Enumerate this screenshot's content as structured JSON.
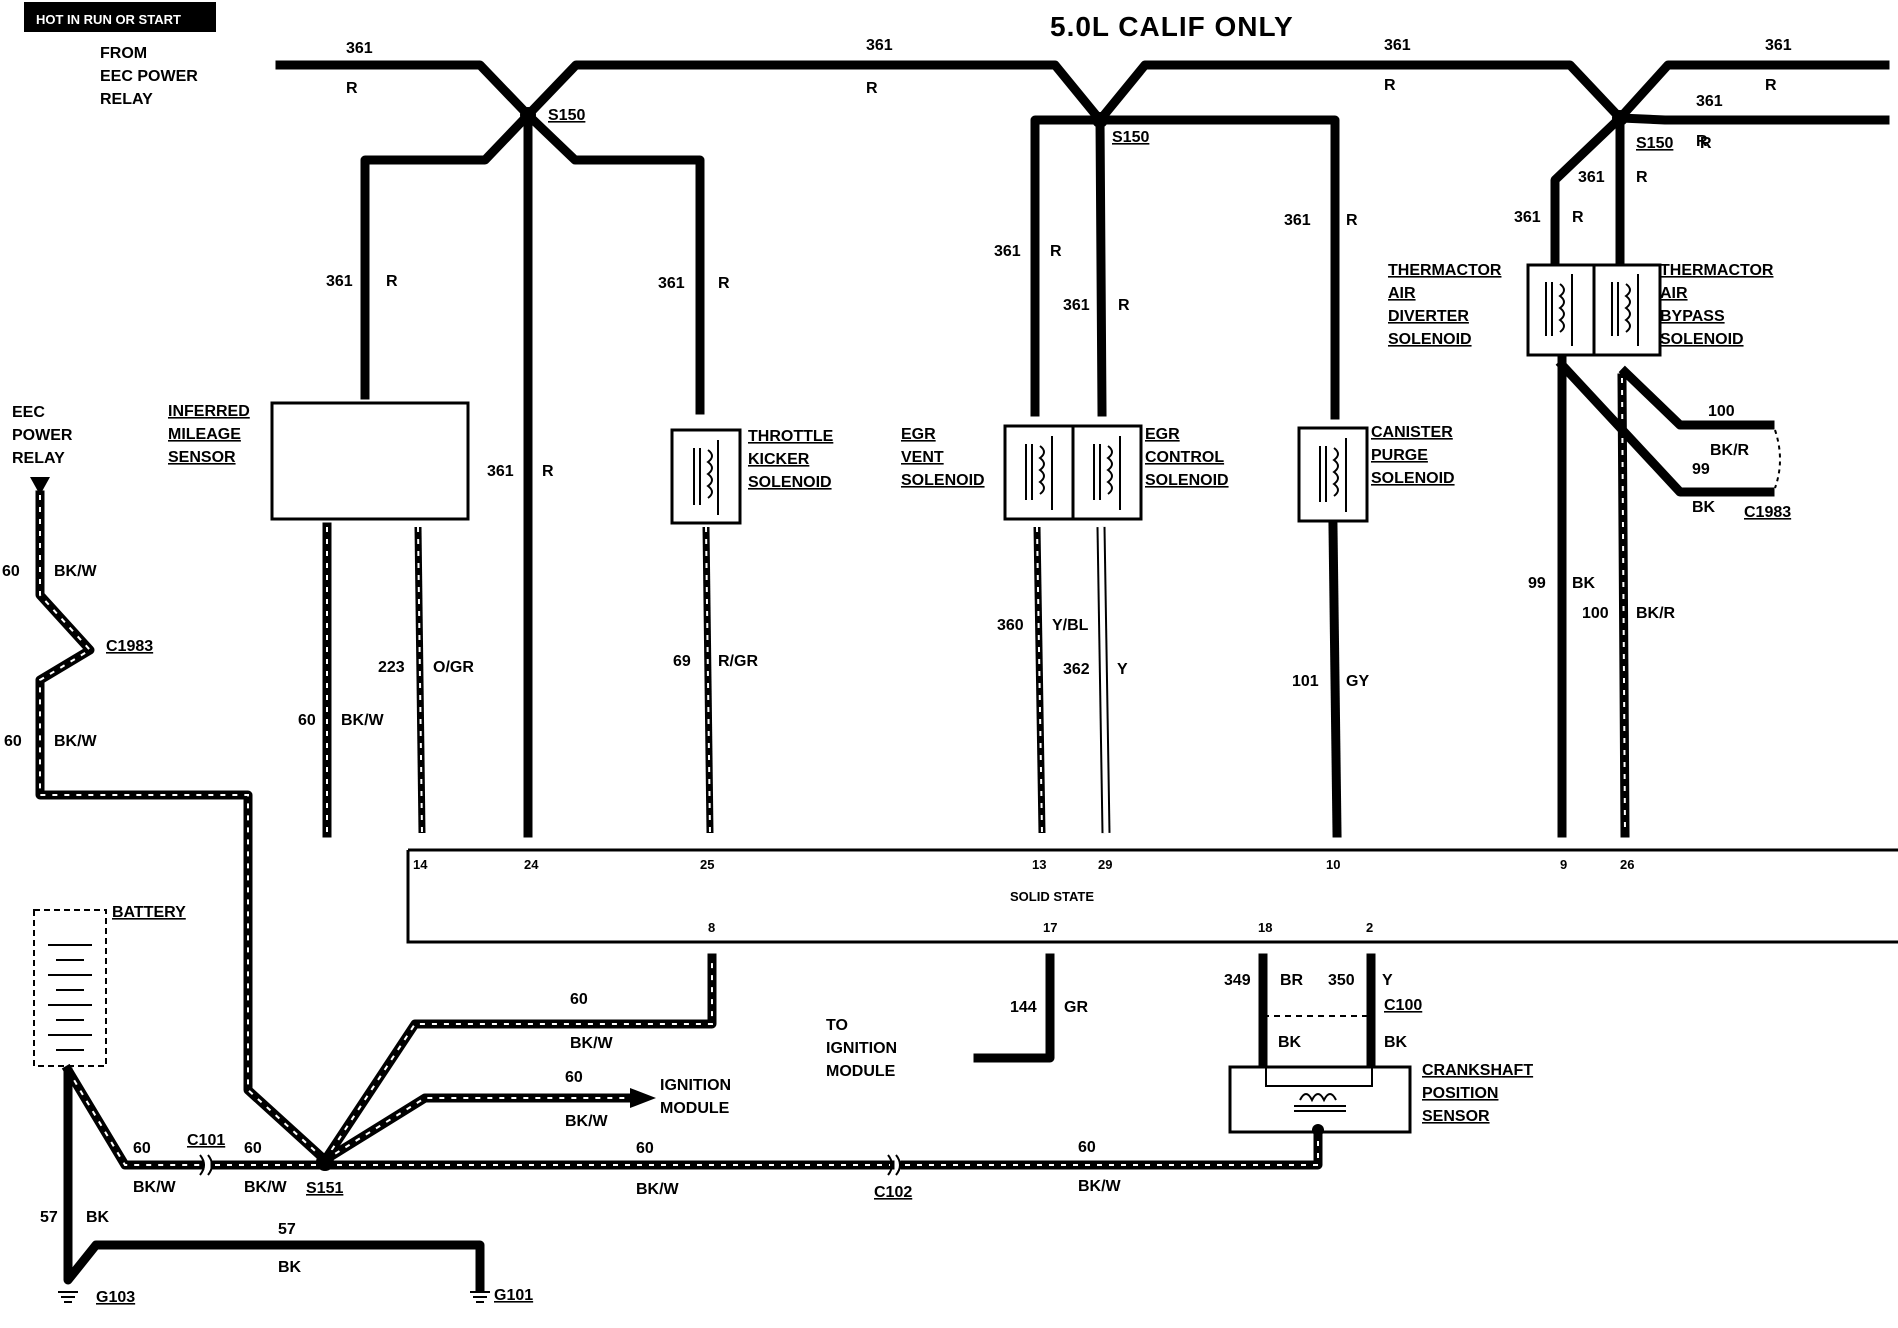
{
  "header": {
    "badge": "HOT IN RUN OR START",
    "from_line1": "FROM",
    "from_line2": "EEC POWER",
    "from_line3": "RELAY",
    "calif": "5.0L CALIF ONLY"
  },
  "top_labels": {
    "w1_num": "361",
    "w1_col": "R",
    "w2_num": "361",
    "w2_col": "R",
    "w3_num": "361",
    "w3_col": "R",
    "w4_num": "361",
    "w4_col": "R",
    "w5_num": "361",
    "w5_col": "R"
  },
  "splices": {
    "s1": "S150",
    "s2": "S150",
    "s3": "S150",
    "s151": "S151"
  },
  "branch_labels": {
    "ims_num": "361",
    "ims_col": "R",
    "direct_num": "361",
    "direct_col": "R",
    "tk_num": "361",
    "tk_col": "R",
    "egrv_num": "361",
    "egrv_col": "R",
    "egrc_num": "361",
    "egrc_col": "R",
    "can_num": "361",
    "can_col": "R",
    "tad_num": "361",
    "tad_col": "R",
    "tab_num": "361",
    "tab_col": "R"
  },
  "components": {
    "ims": [
      "INFERRED",
      "MILEAGE",
      "SENSOR"
    ],
    "tk": [
      "THROTTLE",
      "KICKER",
      "SOLENOID"
    ],
    "egrv": [
      "EGR",
      "VENT",
      "SOLENOID"
    ],
    "egrc": [
      "EGR",
      "CONTROL",
      "SOLENOID"
    ],
    "can": [
      "CANISTER",
      "PURGE",
      "SOLENOID"
    ],
    "tad": [
      "THERMACTOR",
      "AIR",
      "DIVERTER",
      "SOLENOID"
    ],
    "tab": [
      "THERMACTOR",
      "AIR",
      "BYPASS",
      "SOLENOID"
    ],
    "ckp": [
      "CRANKSHAFT",
      "POSITION",
      "SENSOR"
    ],
    "battery": "BATTERY",
    "eec_relay": [
      "EEC",
      "POWER",
      "RELAY"
    ]
  },
  "lower_wires": {
    "ims_pwr_num": "60",
    "ims_pwr_col": "BK/W",
    "w223_num": "223",
    "w223_col": "O/GR",
    "w69_num": "69",
    "w69_col": "R/GR",
    "w360_num": "360",
    "w360_col": "Y/BL",
    "w362_num": "362",
    "w362_col": "Y",
    "w101_num": "101",
    "w101_col": "GY",
    "w99_num": "99",
    "w99_col": "BK",
    "w100_num": "100",
    "w100_col": "BK/R",
    "c1983_100": "100",
    "c1983_bkr": "BK/R",
    "c1983_99": "99",
    "c1983_bk": "BK",
    "c1983": "C1983"
  },
  "eec_pins": {
    "p14": "14",
    "p24": "24",
    "p25": "25",
    "p13": "13",
    "p29": "29",
    "p10": "10",
    "p9": "9",
    "p26": "26",
    "solid_state": "SOLID STATE",
    "p8": "8",
    "p17": "17",
    "p18": "18",
    "p2": "2"
  },
  "left": {
    "w60a_num": "60",
    "w60a_col": "BK/W",
    "c1983": "C1983",
    "w60b_num": "60",
    "w60b_col": "BK/W"
  },
  "bottom": {
    "w8_num": "60",
    "w8_col": "BK/W",
    "ign_num": "60",
    "ign_col": "BK/W",
    "ign_line1": "IGNITION",
    "ign_line2": "MODULE",
    "c101": "C101",
    "bat_num": "60",
    "bat_col": "BK/W",
    "s151_num": "60",
    "s151_col": "BK/W",
    "ckp_num1": "60",
    "ckp_col1": "BK/W",
    "c102": "C102",
    "ckp_num2": "60",
    "ckp_col2": "BK/W",
    "to_line1": "TO",
    "to_line2": "IGNITION",
    "to_line3": "MODULE",
    "w144_num": "144",
    "w144_col": "GR",
    "w349_num": "349",
    "w349_col": "BR",
    "w350_num": "350",
    "w350_col": "Y",
    "c100": "C100",
    "bk1": "BK",
    "bk2": "BK",
    "gnd_num1": "57",
    "gnd_col1": "BK",
    "gnd_num2": "57",
    "gnd_col2": "BK",
    "g103": "G103",
    "g101": "G101"
  }
}
